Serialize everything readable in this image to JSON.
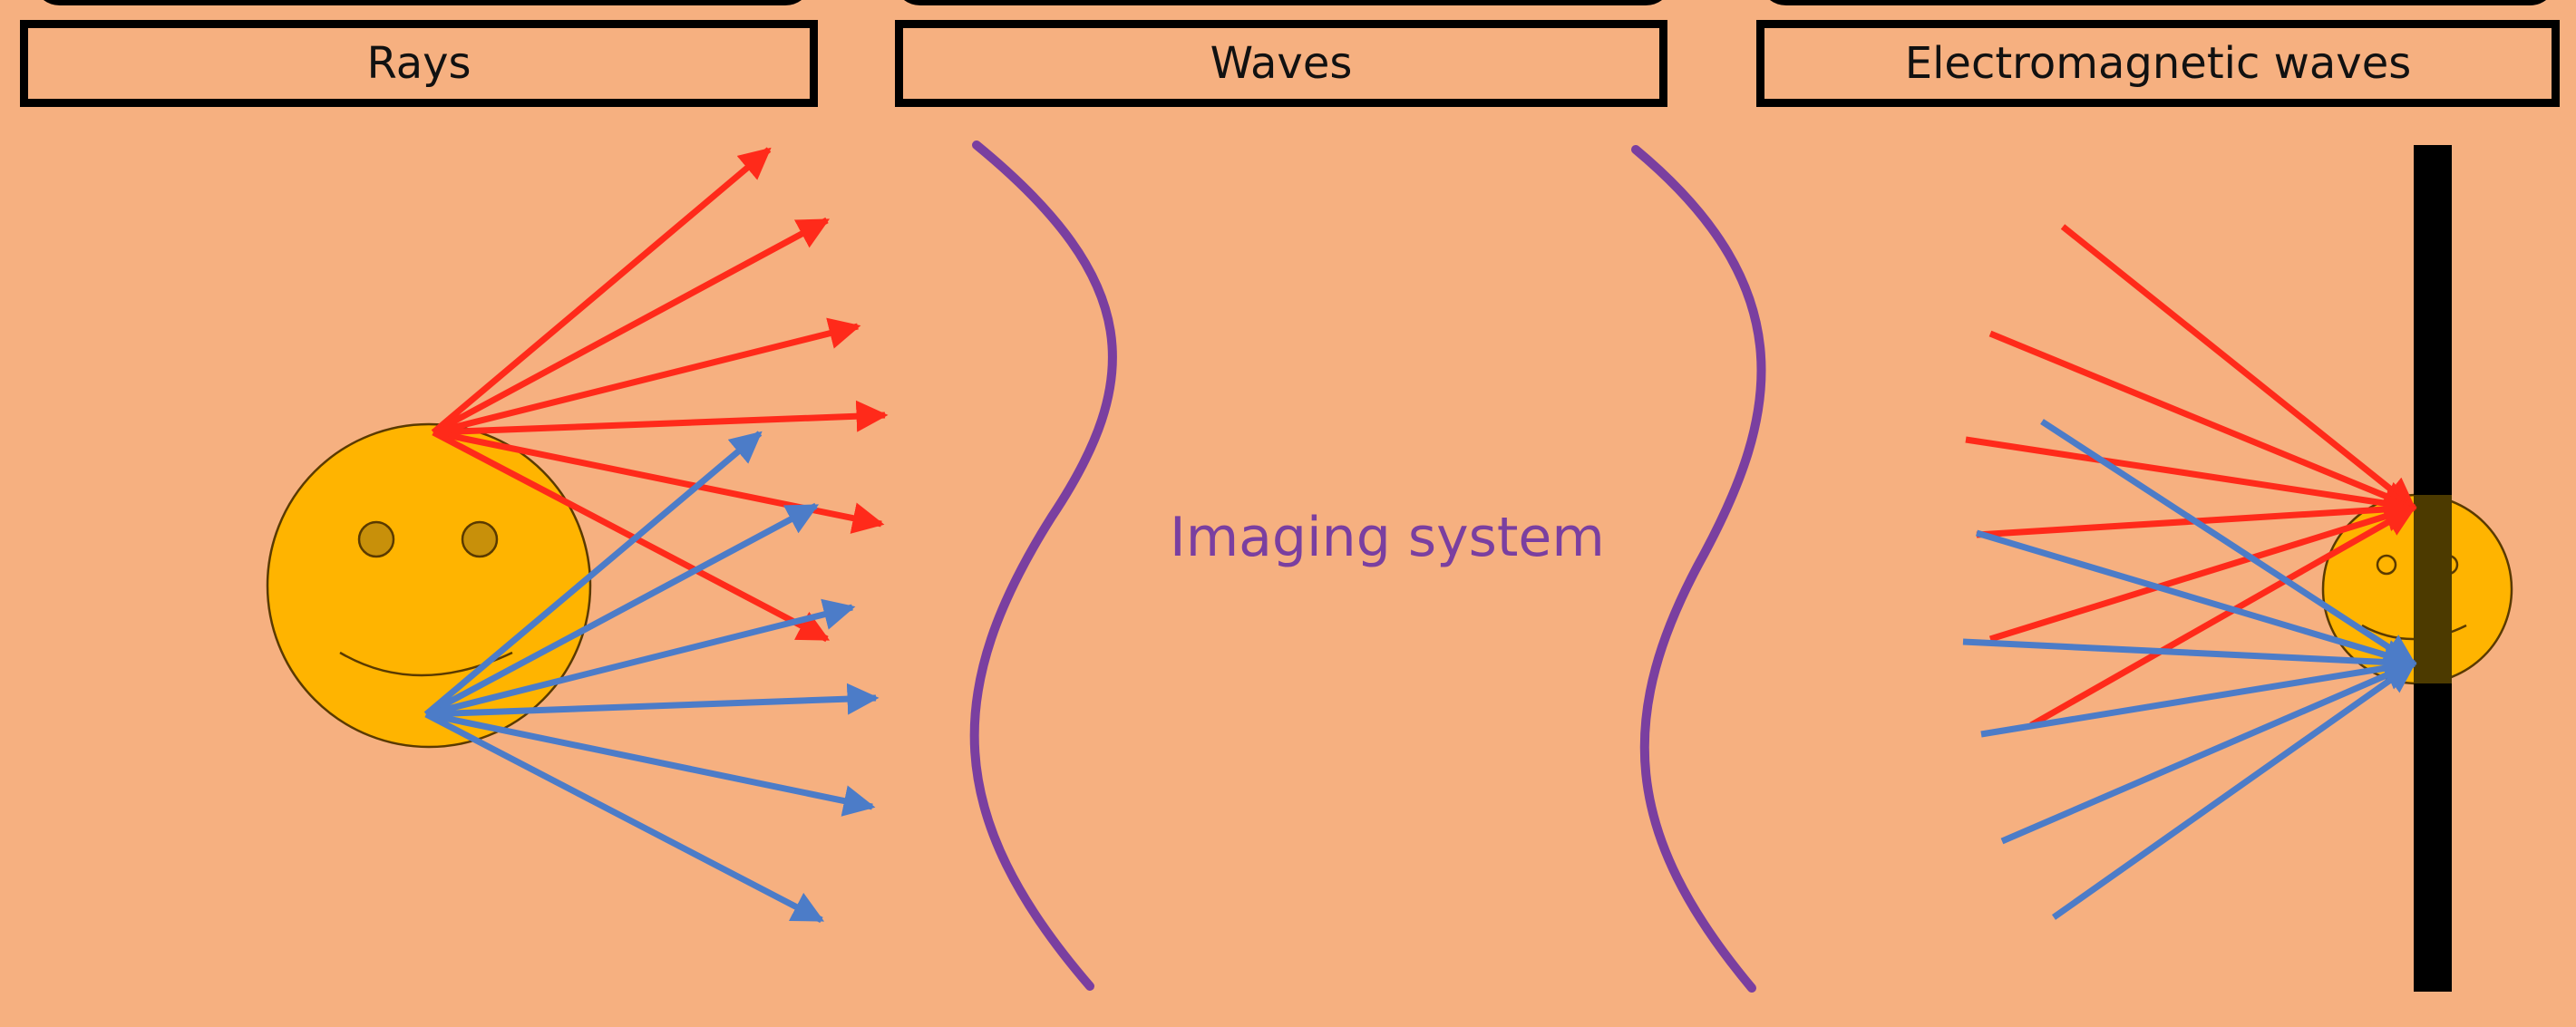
{
  "panels": [
    {
      "label": "Rays"
    },
    {
      "label": "Waves"
    },
    {
      "label": "Electromagnetic waves"
    }
  ],
  "center_text": "Imaging system",
  "colors": {
    "background": "#F6B080",
    "ray_red": "#FF2A1A",
    "ray_blue": "#4C7CC8",
    "wave": "#7A3FA0",
    "face": "#FFB400",
    "screen": "#000000"
  }
}
